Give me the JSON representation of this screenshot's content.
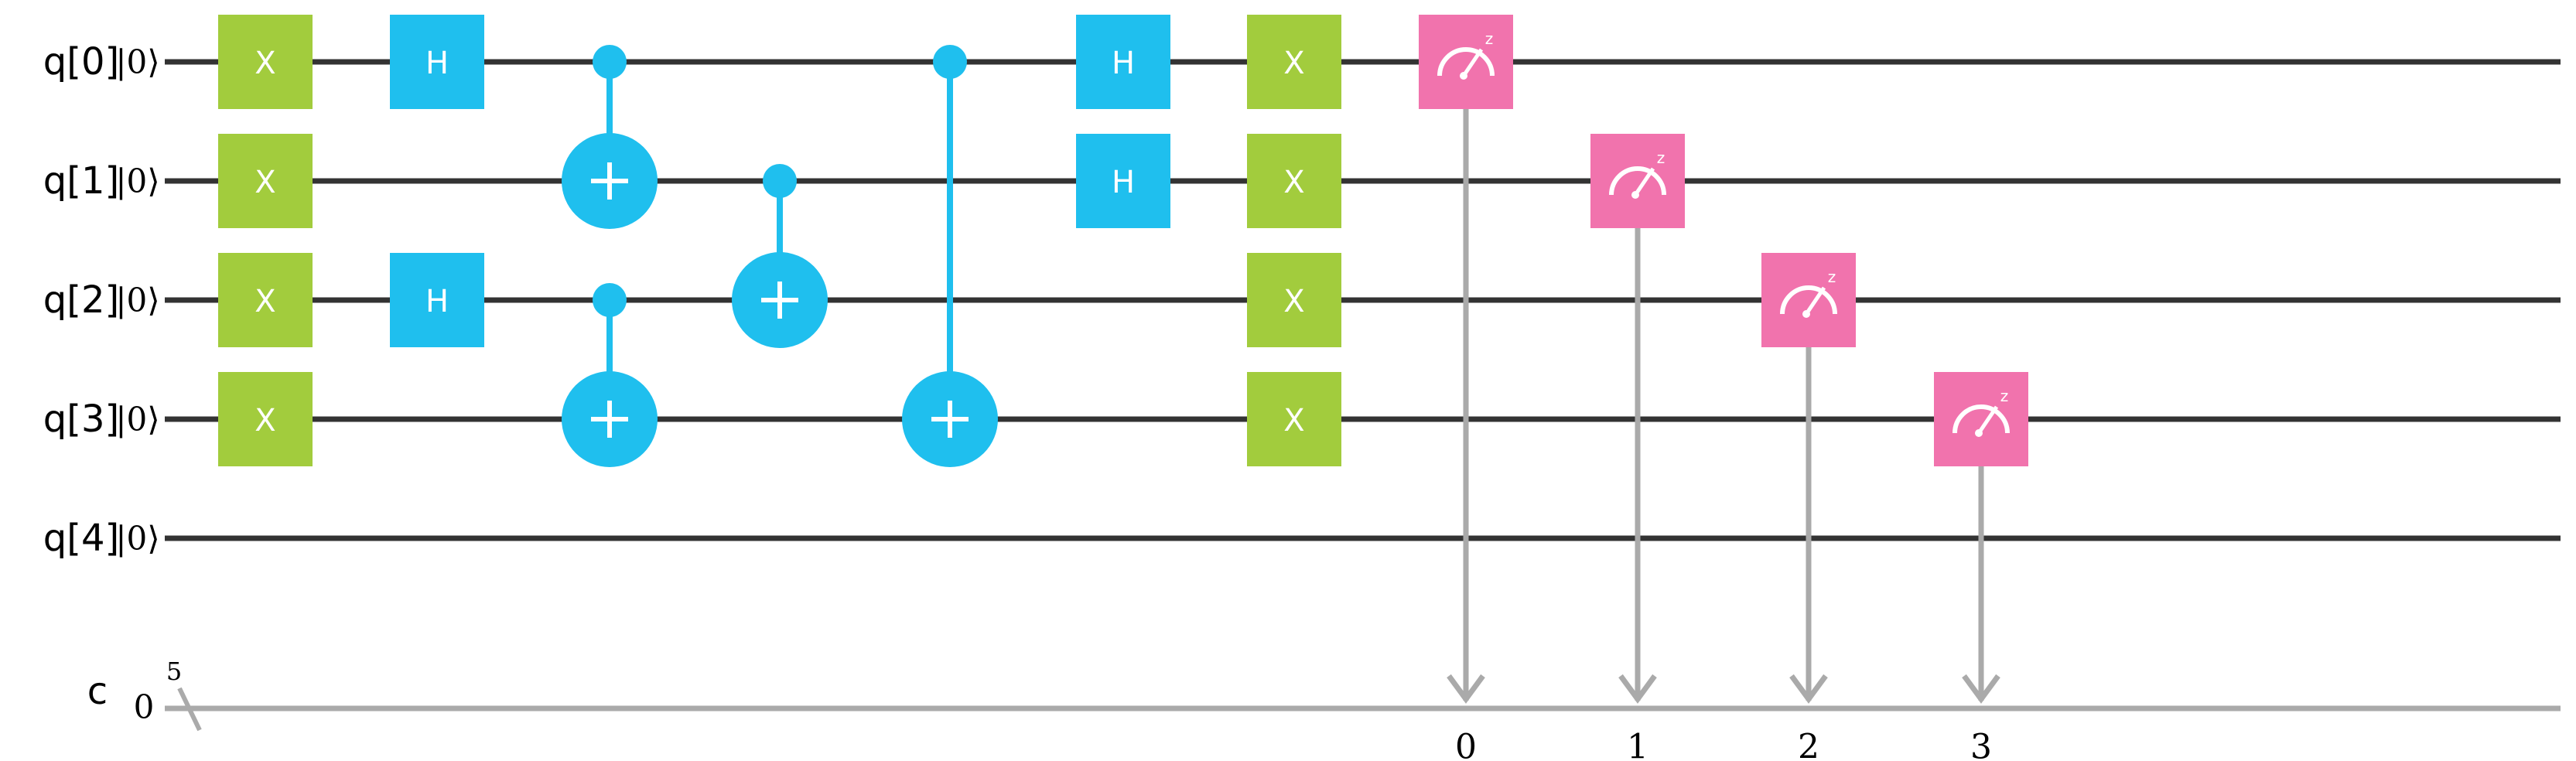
{
  "qubits": [
    {
      "label": "q[0]",
      "init": "|0⟩"
    },
    {
      "label": "q[1]",
      "init": "|0⟩"
    },
    {
      "label": "q[2]",
      "init": "|0⟩"
    },
    {
      "label": "q[3]",
      "init": "|0⟩"
    },
    {
      "label": "q[4]",
      "init": "|0⟩"
    }
  ],
  "classical": {
    "label": "c",
    "init": "0",
    "width": "5"
  },
  "colors": {
    "x_gate": "#a2cc3d",
    "h_gate": "#1fbfee",
    "cnot": "#1fbfee",
    "measure": "#f173ad",
    "wire": "#333333",
    "classical_wire": "#aaaaaa"
  },
  "gates": [
    {
      "type": "X",
      "label": "X",
      "col": 0,
      "qubit": 0
    },
    {
      "type": "X",
      "label": "X",
      "col": 0,
      "qubit": 1
    },
    {
      "type": "X",
      "label": "X",
      "col": 0,
      "qubit": 2
    },
    {
      "type": "X",
      "label": "X",
      "col": 0,
      "qubit": 3
    },
    {
      "type": "H",
      "label": "H",
      "col": 1,
      "qubit": 0
    },
    {
      "type": "H",
      "label": "H",
      "col": 1,
      "qubit": 2
    },
    {
      "type": "CX",
      "col": 2,
      "control": 0,
      "target": 1
    },
    {
      "type": "CX",
      "col": 2,
      "control": 2,
      "target": 3
    },
    {
      "type": "CX",
      "col": 3,
      "control": 1,
      "target": 2
    },
    {
      "type": "CX",
      "col": 4,
      "control": 0,
      "target": 3
    },
    {
      "type": "H",
      "label": "H",
      "col": 5,
      "qubit": 0
    },
    {
      "type": "H",
      "label": "H",
      "col": 5,
      "qubit": 1
    },
    {
      "type": "X",
      "label": "X",
      "col": 6,
      "qubit": 0
    },
    {
      "type": "X",
      "label": "X",
      "col": 6,
      "qubit": 1
    },
    {
      "type": "X",
      "label": "X",
      "col": 6,
      "qubit": 2
    },
    {
      "type": "X",
      "label": "X",
      "col": 6,
      "qubit": 3
    },
    {
      "type": "M",
      "col": 7,
      "qubit": 0,
      "bit": "0",
      "basis": "z"
    },
    {
      "type": "M",
      "col": 8,
      "qubit": 1,
      "bit": "1",
      "basis": "z"
    },
    {
      "type": "M",
      "col": 9,
      "qubit": 2,
      "bit": "2",
      "basis": "z"
    },
    {
      "type": "M",
      "col": 10,
      "qubit": 3,
      "bit": "3",
      "basis": "z"
    }
  ]
}
